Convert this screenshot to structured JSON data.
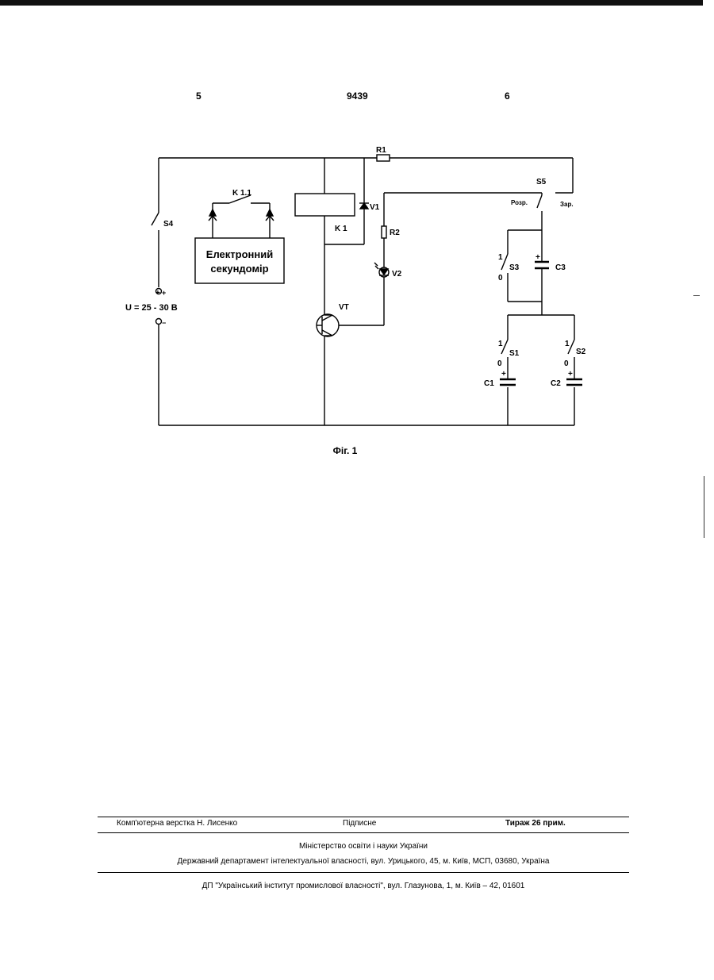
{
  "header": {
    "page_left": "5",
    "patent_number": "9439",
    "page_right": "6"
  },
  "figure": {
    "labels": {
      "r1": "R1",
      "r2": "R2",
      "s4": "S4",
      "s5": "S5",
      "s3": "S3",
      "s1": "S1",
      "s2": "S2",
      "c1": "C1",
      "c2": "C2",
      "c3": "C3",
      "k1": "K 1",
      "k11": "K 1.1",
      "v1": "V1",
      "v2": "V2",
      "vt": "VT",
      "voltage": "U = 25 - 30 B",
      "plus": "+",
      "minus": "−",
      "rozr": "Розр.",
      "zar": "Зар.",
      "one": "1",
      "zero": "0"
    },
    "stopwatch_line1": "Електронний",
    "stopwatch_line2": "секундомір",
    "caption": "Фіг. 1"
  },
  "footer": {
    "typesetter": "Комп'ютерна верстка Н. Лисенко",
    "signed": "Підписне",
    "print_run": "Тираж 26 прим.",
    "ministry": "Міністерство освіти і науки України",
    "department": "Державний департамент інтелектуальної власності, вул. Урицького, 45, м. Київ, МСП, 03680, Україна",
    "institute": "ДП \"Український інститут промислової власності\", вул. Глазунова, 1, м. Київ – 42, 01601"
  }
}
